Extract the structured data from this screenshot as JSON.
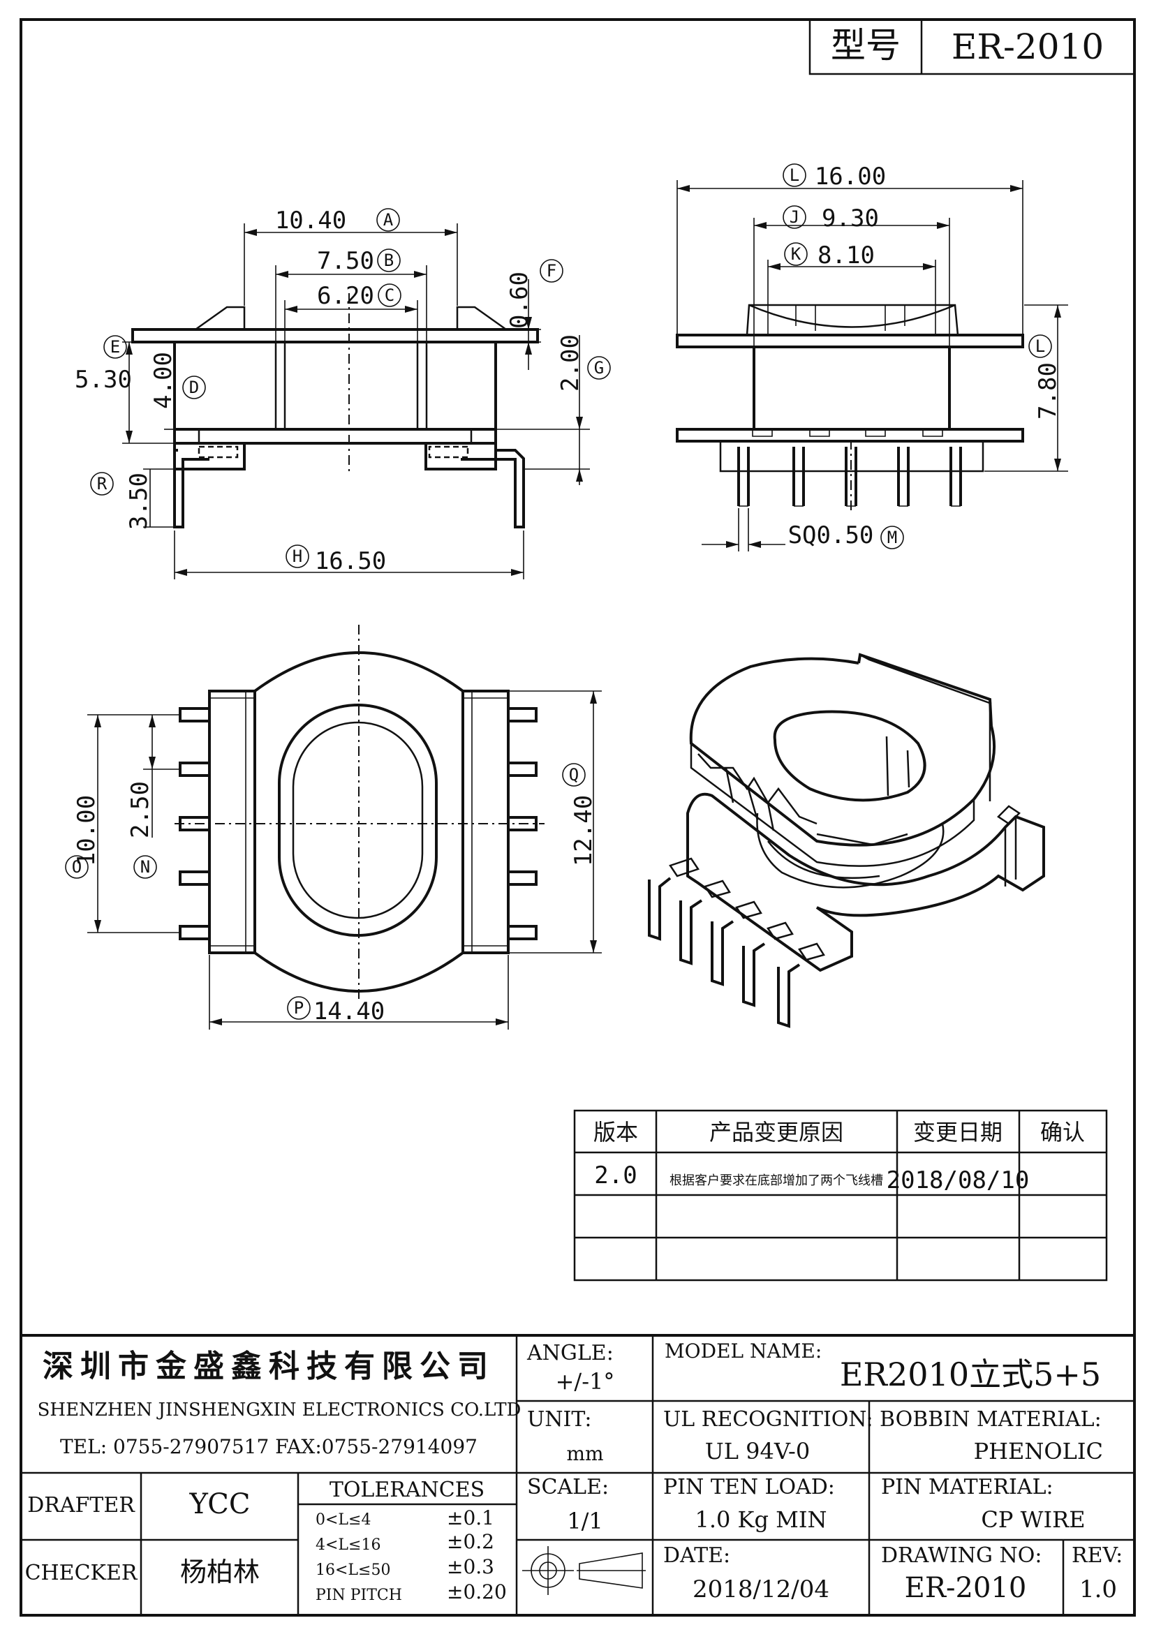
{
  "header": {
    "model_label": "型号",
    "model_value": "ER-2010"
  },
  "dims": {
    "A": "10.40",
    "B": "7.50",
    "C": "6.20",
    "F": "0.60",
    "E": "5.30",
    "D": "4.00",
    "G": "2.00",
    "R": "3.50",
    "H": "16.50",
    "L1": "16.00",
    "J": "9.30",
    "K": "8.10",
    "L2": "7.80",
    "M": "SQ0.50",
    "O": "10.00",
    "N": "2.50",
    "Q": "12.40",
    "P": "14.40"
  },
  "letters": {
    "A": "A",
    "B": "B",
    "C": "C",
    "D": "D",
    "E": "E",
    "F": "F",
    "G": "G",
    "H": "H",
    "J": "J",
    "K": "K",
    "L": "L",
    "M": "M",
    "N": "N",
    "O": "O",
    "P": "P",
    "Q": "Q",
    "R": "R"
  },
  "revision_table": {
    "headers": [
      "版本",
      "产品变更原因",
      "变更日期",
      "确认"
    ],
    "rows": [
      [
        "2.0",
        "根据客户要求在底部增加了两个飞线槽",
        "2018/08/10",
        ""
      ]
    ]
  },
  "title_block": {
    "company_cn": "深圳市金盛鑫科技有限公司",
    "company_en": "SHENZHEN JINSHENGXIN ELECTRONICS CO.LTD",
    "contact": "TEL: 0755-27907517 FAX:0755-27914097",
    "angle_label": "ANGLE:",
    "angle_value": "+/-1°",
    "model_name_label": "MODEL NAME:",
    "model_name_value": "ER2010立式5+5",
    "unit_label": "UNIT:",
    "unit_value": "mm",
    "ul_label": "UL RECOGNITION:",
    "ul_value": "UL 94V-0",
    "bobbin_label": "BOBBIN MATERIAL:",
    "bobbin_value": "PHENOLIC",
    "drafter_label": "DRAFTER",
    "drafter_value": "YCC",
    "tolerances_label": "TOLERANCES",
    "tolerances": [
      {
        "range": "0<L≤4",
        "value": "±0.1"
      },
      {
        "range": "4<L≤16",
        "value": "±0.2"
      },
      {
        "range": "16<L≤50",
        "value": "±0.3"
      },
      {
        "range": "PIN PITCH",
        "value": "±0.20"
      }
    ],
    "scale_label": "SCALE:",
    "scale_value": "1/1",
    "pin_load_label": "PIN TEN LOAD:",
    "pin_load_value": "1.0 Kg MIN",
    "pin_material_label": "PIN MATERIAL:",
    "pin_material_value": "CP WIRE",
    "checker_label": "CHECKER",
    "checker_value": "杨柏林",
    "date_label": "DATE:",
    "date_value": "2018/12/04",
    "drawing_no_label": "DRAWING NO:",
    "drawing_no_value": "ER-2010",
    "rev_label": "REV:",
    "rev_value": "1.0"
  }
}
